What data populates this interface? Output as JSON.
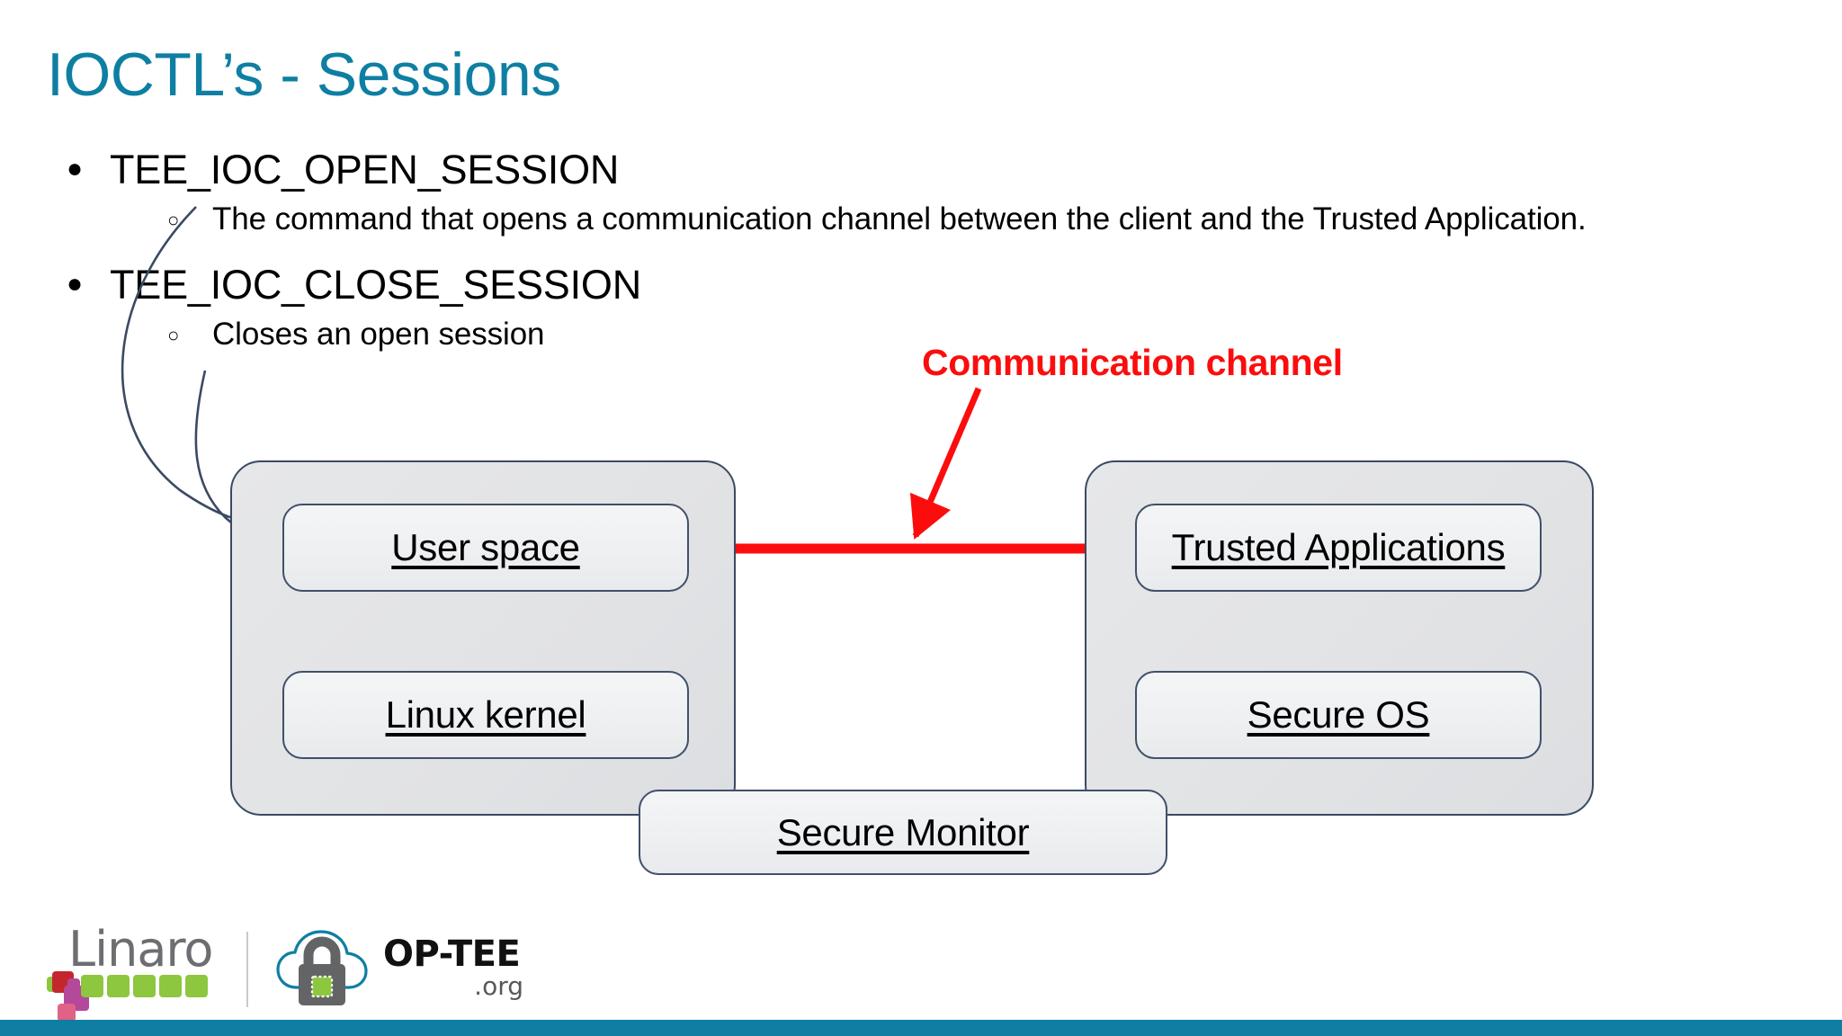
{
  "slide": {
    "title": "IOCTL’s - Sessions",
    "title_color": "#0e7fa3",
    "background": "#ffffff",
    "accent_bar_color": "#0e7fa3"
  },
  "bullets": [
    {
      "marker": "●",
      "text": "TEE_IOC_OPEN_SESSION",
      "children": [
        {
          "marker": "○",
          "text": "The command that opens a communication channel between the client and the Trusted Application."
        }
      ]
    },
    {
      "marker": "●",
      "text": "TEE_IOC_CLOSE_SESSION",
      "children": [
        {
          "marker": "○",
          "text": "Closes an open session"
        }
      ]
    }
  ],
  "diagram": {
    "annotation": {
      "label": "Communication channel",
      "color": "#fc0d0d"
    },
    "containers": [
      {
        "id": "normal-world",
        "label": ""
      },
      {
        "id": "secure-world",
        "label": ""
      }
    ],
    "nodes": {
      "user_space": "User space",
      "linux_kernel": "Linux kernel",
      "trusted_applications": "Trusted Applications",
      "secure_os": "Secure OS",
      "secure_monitor": "Secure Monitor"
    },
    "box_border_color": "#41506a",
    "box_fill_color": "#eff0f2",
    "container_fill_color": "#e3e4e7"
  },
  "footer": {
    "linaro": {
      "wordmark": "Linaro",
      "wordmark_color": "#6d6e71",
      "tile_colors": [
        "#8dc63f",
        "#c4262e",
        "#b4499b",
        "#e06287"
      ]
    },
    "optee": {
      "name": "OP-TEE",
      "suffix": ".org",
      "cloud_color": "#0e7fa3",
      "lock_color": "#636466",
      "chip_color": "#8dc63f"
    }
  }
}
